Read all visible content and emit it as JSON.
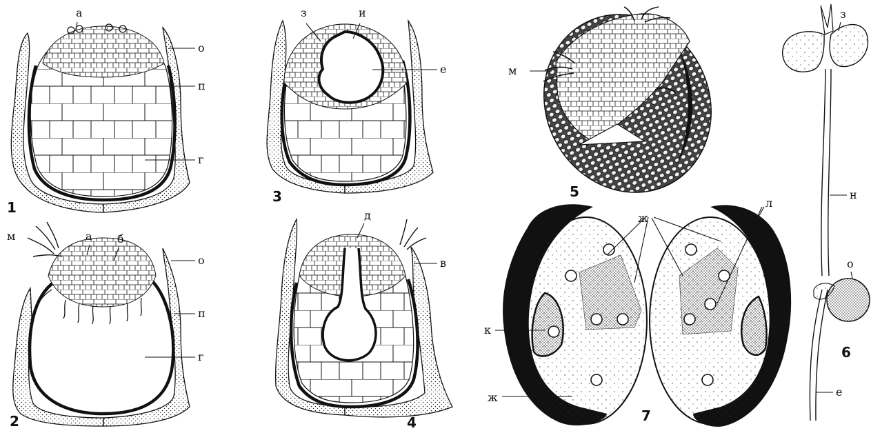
{
  "figures": {
    "fig1": {
      "number": "1",
      "labels": {
        "a": "а",
        "o": "о",
        "p": "п",
        "g": "г"
      }
    },
    "fig2": {
      "number": "2",
      "labels": {
        "m": "м",
        "a": "а",
        "b": "б",
        "o": "о",
        "p": "п",
        "g": "г"
      }
    },
    "fig3": {
      "number": "3",
      "labels": {
        "z": "з",
        "i": "и",
        "e": "е"
      }
    },
    "fig4": {
      "number": "4",
      "labels": {
        "d": "д",
        "v": "в"
      }
    },
    "fig5": {
      "number": "5",
      "labels": {
        "m": "м"
      }
    },
    "fig6": {
      "number": "6",
      "labels": {
        "z": "з",
        "n": "н",
        "o": "о",
        "e": "е"
      }
    },
    "fig7": {
      "number": "7",
      "labels": {
        "zh_top": "ж",
        "l": "л",
        "k": "к",
        "zh_bottom": "ж"
      }
    }
  }
}
